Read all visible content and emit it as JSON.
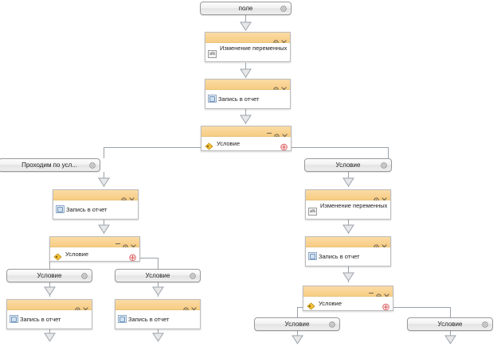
{
  "app": {
    "title": "Business process flowchart editor",
    "canvas_background": "#ffffff",
    "connector_color": "#9aa3ac",
    "accent_header": "#f7cd84",
    "accent_plus": "#d95f5f"
  },
  "labels": {
    "field": "поле",
    "change_variables": "Изменение переменных",
    "write_to_report": "Запись в отчет",
    "condition": "Условие",
    "pass_by_condition": "Проходим по усл..."
  },
  "icons": {
    "gear": "gear-icon",
    "close": "close-icon",
    "minimize": "minimize-icon",
    "plus": "plus-icon",
    "variable": "variable-icon",
    "report": "report-icon",
    "condition": "condition-icon"
  },
  "nodes": {
    "root": {
      "label": "поле",
      "type": "pill"
    },
    "n1": {
      "label": "Изменение переменных",
      "type": "action-variable"
    },
    "n2": {
      "label": "Запись в отчет",
      "type": "action-report"
    },
    "n3": {
      "label": "Условие",
      "type": "action-condition"
    },
    "left_branch": {
      "label": "Проходим по усл...",
      "type": "pill"
    },
    "right_branch": {
      "label": "Условие",
      "type": "pill"
    },
    "l1": {
      "label": "Запись в отчет",
      "type": "action-report"
    },
    "l2": {
      "label": "Условие",
      "type": "action-condition"
    },
    "l3a": {
      "label": "Условие",
      "type": "pill"
    },
    "l3b": {
      "label": "Условие",
      "type": "pill"
    },
    "l4a": {
      "label": "Запись в отчет",
      "type": "action-report"
    },
    "l4b": {
      "label": "Запись в отчет",
      "type": "action-report"
    },
    "r1": {
      "label": "Изменение переменных",
      "type": "action-variable"
    },
    "r2": {
      "label": "Запись в отчет",
      "type": "action-report"
    },
    "r3": {
      "label": "Условие",
      "type": "action-condition"
    },
    "r4a": {
      "label": "Условие",
      "type": "pill"
    },
    "r4b": {
      "label": "Условие",
      "type": "pill"
    }
  }
}
